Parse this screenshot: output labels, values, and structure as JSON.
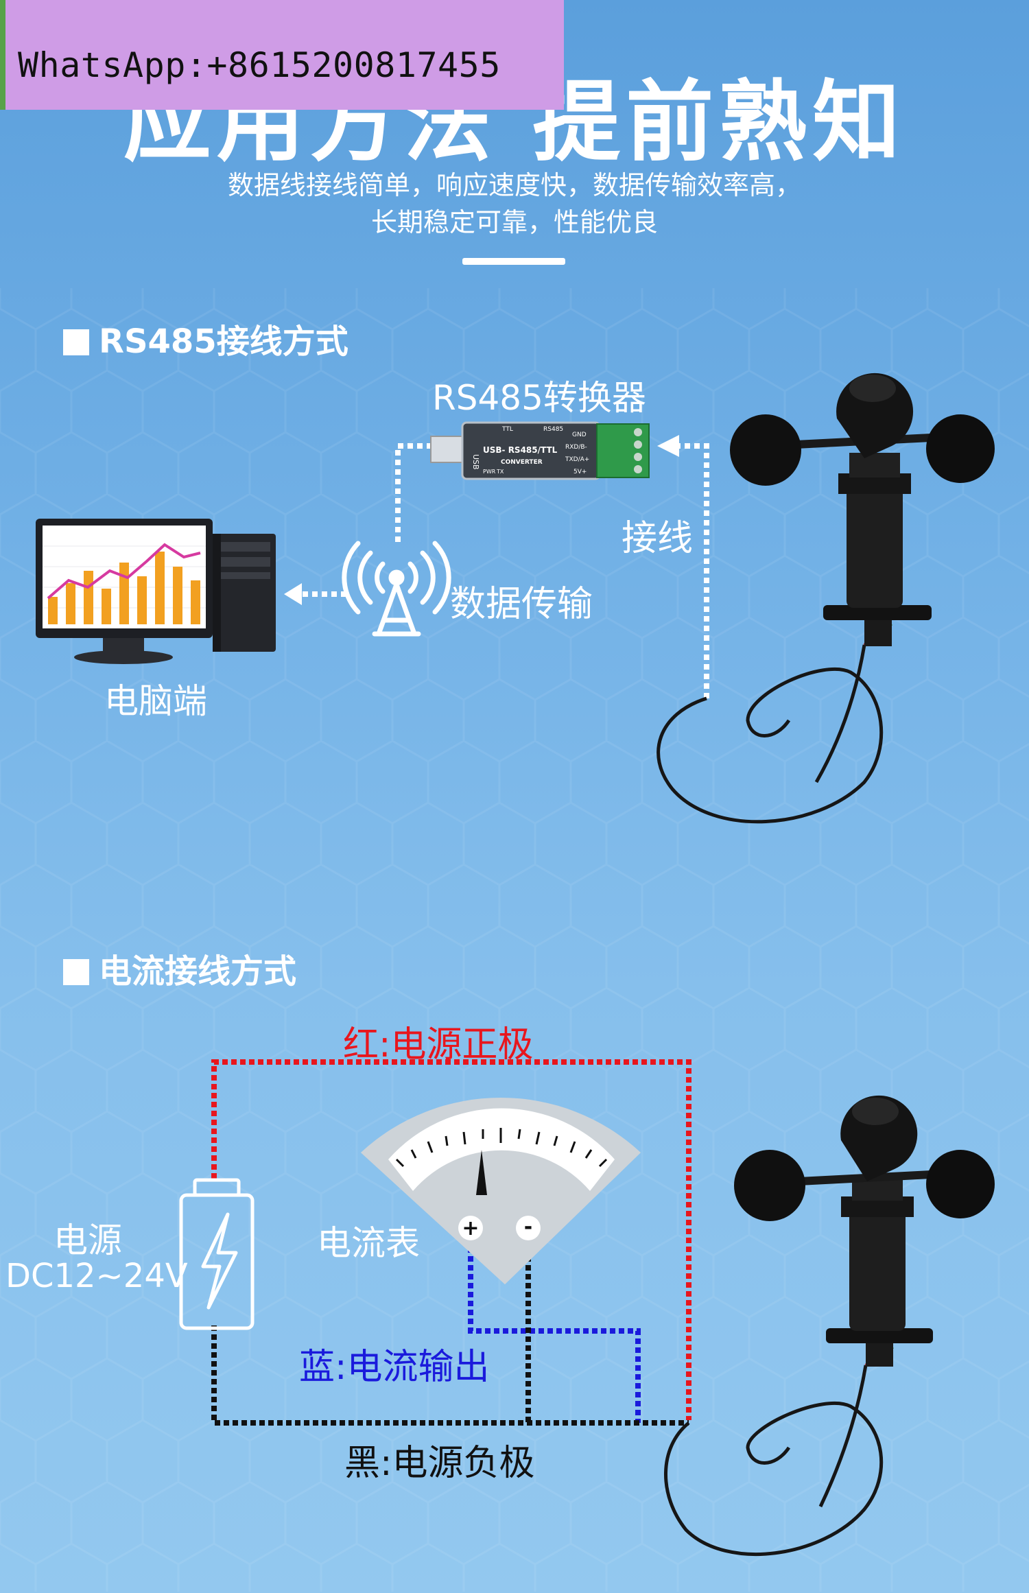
{
  "watermark": "WhatsApp:+8615200817455",
  "title": "应用方法 提前熟知",
  "subtitle": {
    "line1": "数据线接线简单，响应速度快，数据传输效率高，",
    "line2": "长期稳定可靠，性能优良"
  },
  "rs485": {
    "heading": "RS485接线方式",
    "converter_label": "RS485转换器",
    "converter_text": {
      "ttl": "TTL",
      "rs485": "RS485",
      "usb": "USB",
      "model": "USB- RS485/TTL",
      "converter": "CONVERTER",
      "gnd": "GND",
      "rxd": "RXD/B-",
      "txd": "TXD/A+",
      "v5": "5V+",
      "pwr": "PWR",
      "tx": "TX"
    },
    "wiring_label": "接线",
    "transmission_label": "数据传输",
    "pc_label": "电脑端"
  },
  "current": {
    "heading": "电流接线方式",
    "red_label": "红:电源正极",
    "blue_label": "蓝:电流输出",
    "black_label": "黑:电源负极",
    "power_label": "电源",
    "power_spec": "DC12~24V",
    "ammeter_label": "电流表",
    "plus": "+",
    "minus": "-"
  },
  "colors": {
    "red_wire": "#e8161d",
    "blue_wire": "#1a1adc",
    "black_wire": "#111111",
    "text_white": "#ffffff",
    "bar_orange": "#f2a020",
    "line_magenta": "#d63aa0"
  },
  "icons": [
    "antenna-icon",
    "lightning-icon",
    "battery-icon",
    "monitor-icon",
    "computer-tower-icon",
    "anemometer-icon",
    "usb-converter-icon",
    "ammeter-icon"
  ]
}
